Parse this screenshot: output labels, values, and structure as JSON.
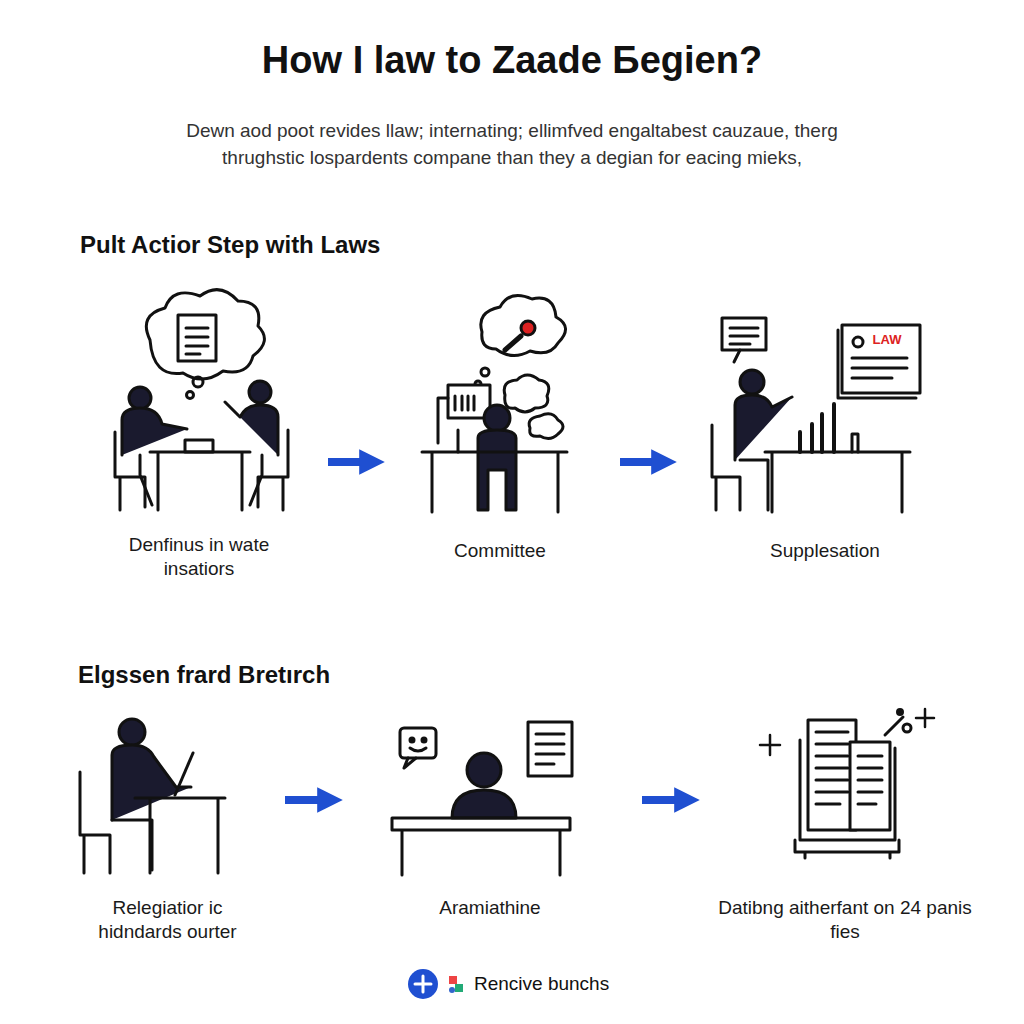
{
  "diagram": {
    "title": "How I law to Zaade Бegien?",
    "nodes": [
      {
        "text": [
          "Denfinus in wate insatiors"
        ]
      },
      {
        "text": [
          "Committee"
        ]
      },
      {
        "text": [
          "Supplesation"
        ]
      },
      {
        "text": [
          "Relegiatior ic hidndards ourter"
        ]
      },
      {
        "text": [
          "Aramiathine"
        ]
      },
      {
        "text": [
          "Datibng aitherfant on 24 panis fies"
        ]
      }
    ],
    "edges": [
      {
        "from": 0,
        "to": 1,
        "arrow": "to"
      },
      {
        "from": 1,
        "to": 2,
        "arrow": "to"
      },
      {
        "from": 3,
        "to": 4,
        "arrow": "to"
      },
      {
        "from": 4,
        "to": 5,
        "arrow": "to"
      }
    ],
    "labels": [
      "Dewn aod poot revides llaw; internating; ellimfved engaltabest cauzaue, therg thrughstic lospardents compane than they a degian for eacing mieks,",
      "Pult Actior Step with Laws",
      "LAW",
      "Elgssen frard Bretırch",
      "Rencive bunchs"
    ]
  }
}
